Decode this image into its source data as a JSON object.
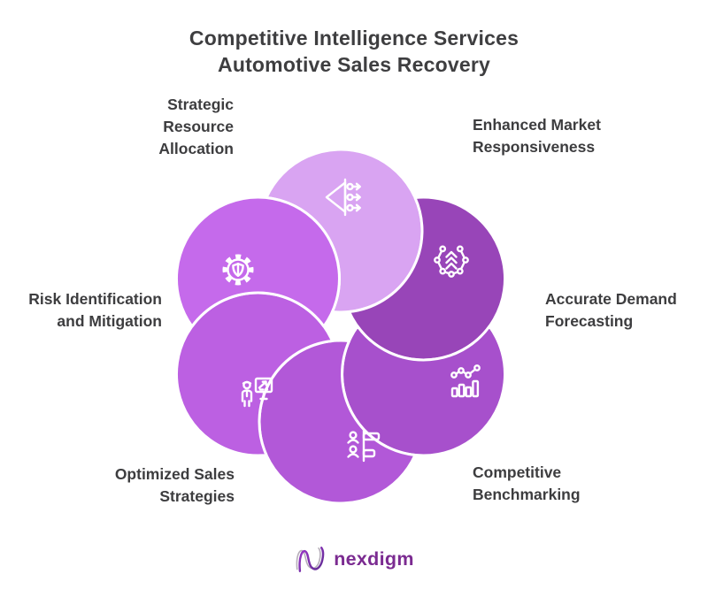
{
  "title": {
    "line1": "Competitive Intelligence Services",
    "line2": "Automotive Sales Recovery"
  },
  "wheel": {
    "segments": [
      {
        "label": "Strategic Resource Allocation",
        "lines": [
          "Strategic",
          "Resource",
          "Allocation"
        ],
        "icon": "resource-allocation-icon",
        "color": "#d9a4f2"
      },
      {
        "label": "Enhanced Market Responsiveness",
        "lines": [
          "Enhanced Market",
          "Responsiveness"
        ],
        "icon": "market-responsiveness-icon",
        "color": "#9845b8"
      },
      {
        "label": "Accurate Demand Forecasting",
        "lines": [
          "Accurate Demand",
          "Forecasting"
        ],
        "icon": "demand-forecasting-icon",
        "color": "#a750cc"
      },
      {
        "label": "Competitive Benchmarking",
        "lines": [
          "Competitive",
          "Benchmarking"
        ],
        "icon": "benchmarking-icon",
        "color": "#b258d8"
      },
      {
        "label": "Optimized Sales Strategies",
        "lines": [
          "Optimized Sales",
          "Strategies"
        ],
        "icon": "sales-strategies-icon",
        "color": "#bc60e2"
      },
      {
        "label": "Risk Identification and Mitigation",
        "lines": [
          "Risk Identification",
          "and Mitigation"
        ],
        "icon": "risk-mitigation-icon",
        "color": "#c56aeb"
      }
    ],
    "stroke_color": "#ffffff"
  },
  "logo": {
    "text": "nexdigm",
    "color": "#7b2b91"
  },
  "colors": {
    "background": "#ffffff",
    "text": "#3d3d3f",
    "logo_purple_dark": "#5f2c90",
    "logo_purple_light": "#9a36c9"
  }
}
